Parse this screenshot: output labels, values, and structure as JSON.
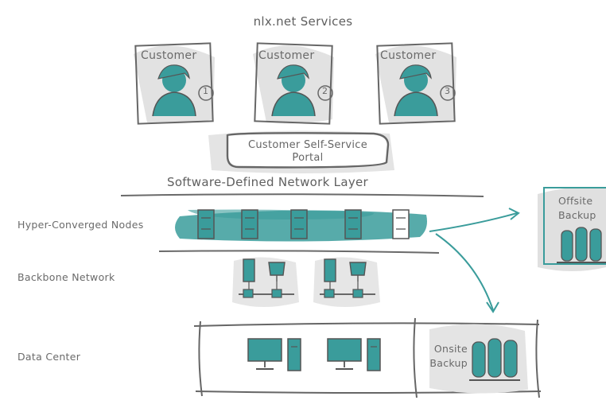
{
  "diagram": {
    "title": "nlx.net Services",
    "customers": [
      {
        "label": "Customer",
        "number": "1"
      },
      {
        "label": "Customer",
        "number": "2"
      },
      {
        "label": "Customer",
        "number": "3"
      }
    ],
    "portal": {
      "line1": "Customer Self-Service",
      "line2": "Portal"
    },
    "sdn_layer": "Software-Defined Network Layer",
    "rows": {
      "nodes": "Hyper-Converged Nodes",
      "backbone": "Backbone Network",
      "datacenter": "Data Center"
    },
    "offsite": {
      "line1": "Offsite",
      "line2": "Backup"
    },
    "onsite": {
      "line1": "Onsite",
      "line2": "Backup"
    },
    "colors": {
      "teal": "#3a9c9b",
      "teal_dark": "#2f7f80",
      "sketch": "#6a6a6a",
      "shadow": "#d9d9d9"
    }
  }
}
